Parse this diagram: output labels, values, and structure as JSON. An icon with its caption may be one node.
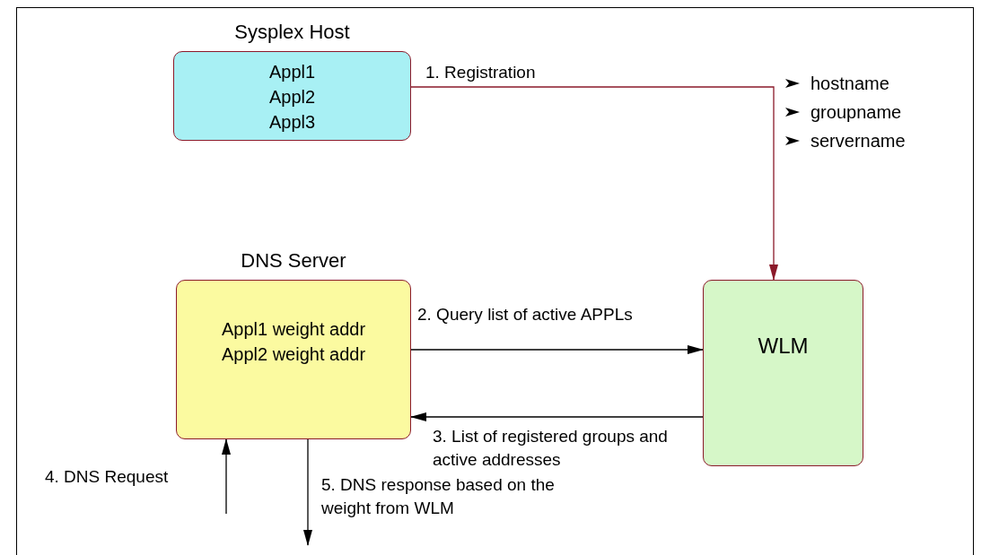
{
  "diagram": {
    "nodes": [
      {
        "text": [
          "Sysplex Host",
          "Appl1",
          "Appl2",
          "Appl3"
        ]
      },
      {
        "text": [
          "DNS Server",
          "Appl1 weight addr",
          "Appl2 weight addr"
        ]
      },
      {
        "text": [
          "WLM"
        ]
      }
    ],
    "edges": [
      {
        "from": 0,
        "to": 2,
        "arrow": "to",
        "label": "1. Registration",
        "color": "#8b1a2a"
      },
      {
        "from": 1,
        "to": 2,
        "arrow": "to",
        "label": "2. Query list of active APPLs"
      },
      {
        "from": 2,
        "to": 1,
        "arrow": "to",
        "label": "3. List of registered groups and active addresses"
      },
      {
        "from": null,
        "to": 1,
        "arrow": "to",
        "label": "4. DNS Request"
      },
      {
        "from": 1,
        "to": null,
        "arrow": "to",
        "label": "5. DNS response based on the weight from WLM"
      }
    ],
    "labels": [
      "hostname",
      "groupname",
      "servername"
    ]
  }
}
